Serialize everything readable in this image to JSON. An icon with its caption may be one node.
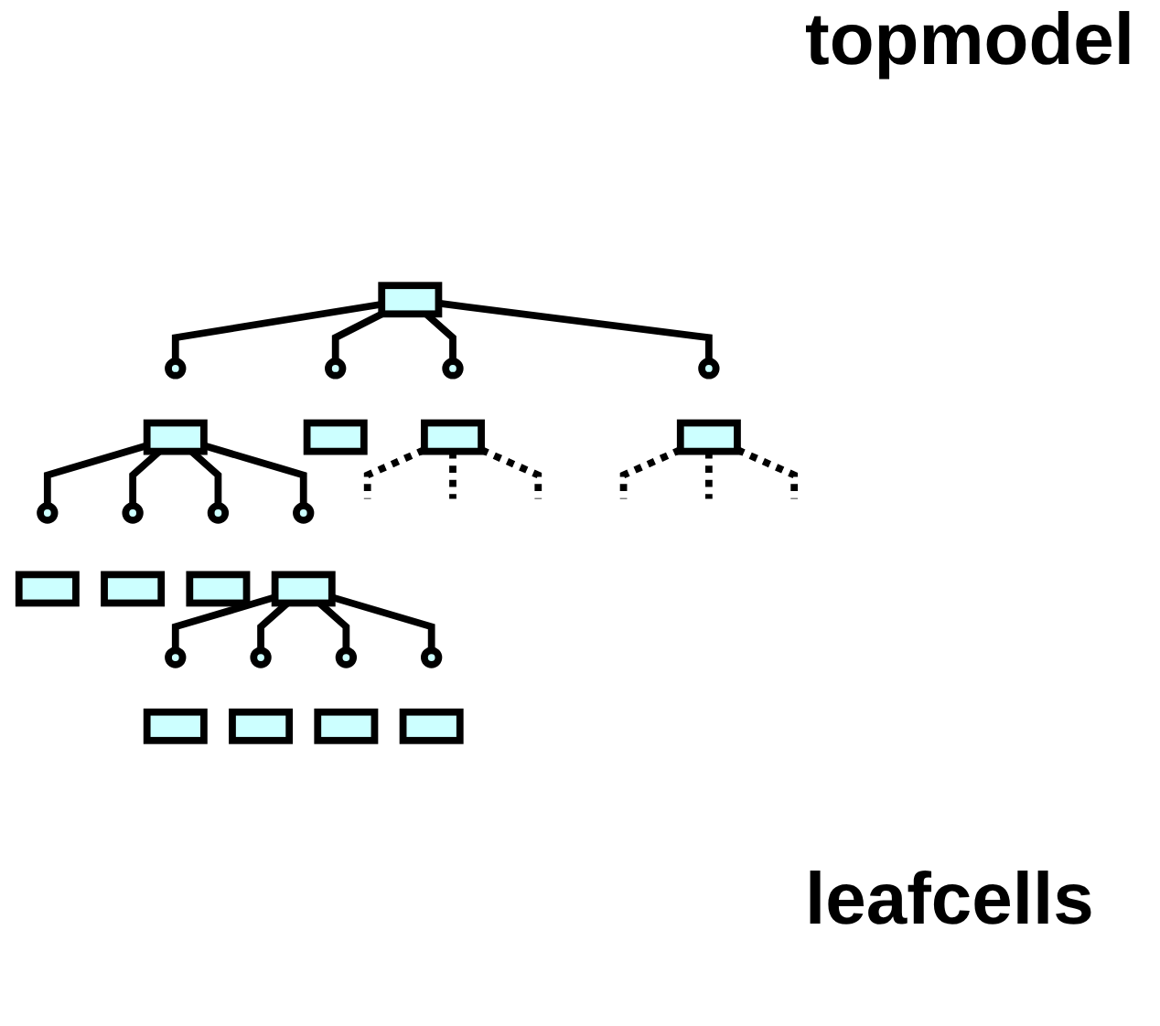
{
  "diagram": {
    "nodes": [
      {
        "text": [],
        "shape": "box"
      },
      {
        "text": [],
        "shape": "circle"
      },
      {
        "text": [],
        "shape": "box"
      },
      {
        "text": [],
        "shape": "circle"
      },
      {
        "text": [],
        "shape": "box"
      },
      {
        "text": [],
        "shape": "circle"
      },
      {
        "text": [],
        "shape": "box"
      },
      {
        "text": [],
        "shape": "circle"
      },
      {
        "text": [],
        "shape": "box"
      },
      {
        "text": [],
        "shape": "circle"
      },
      {
        "text": [],
        "shape": "box"
      },
      {
        "text": [],
        "shape": "circle"
      },
      {
        "text": [],
        "shape": "box"
      },
      {
        "text": [],
        "shape": "circle"
      },
      {
        "text": [],
        "shape": "box"
      },
      {
        "text": [],
        "shape": "circle"
      },
      {
        "text": [],
        "shape": "box"
      },
      {
        "text": [],
        "shape": "circle"
      },
      {
        "text": [],
        "shape": "box"
      },
      {
        "text": [],
        "shape": "circle"
      },
      {
        "text": [],
        "shape": "box"
      },
      {
        "text": [],
        "shape": "circle"
      },
      {
        "text": [],
        "shape": "box"
      },
      {
        "text": [],
        "shape": "circle"
      },
      {
        "text": [],
        "shape": "box"
      }
    ],
    "edges": [
      {
        "from": 0,
        "to": 1,
        "arrow": "none"
      },
      {
        "from": 0,
        "to": 3,
        "arrow": "none"
      },
      {
        "from": 0,
        "to": 5,
        "arrow": "none"
      },
      {
        "from": 0,
        "to": 7,
        "arrow": "none"
      },
      {
        "from": 2,
        "to": 9,
        "arrow": "none"
      },
      {
        "from": 2,
        "to": 11,
        "arrow": "none"
      },
      {
        "from": 2,
        "to": 13,
        "arrow": "none"
      },
      {
        "from": 2,
        "to": 15,
        "arrow": "none"
      },
      {
        "from": 6,
        "to": null,
        "arrow": "none",
        "style": "dashed"
      },
      {
        "from": 6,
        "to": null,
        "arrow": "none",
        "style": "dashed"
      },
      {
        "from": 6,
        "to": null,
        "arrow": "none",
        "style": "dashed"
      },
      {
        "from": 8,
        "to": null,
        "arrow": "none",
        "style": "dashed"
      },
      {
        "from": 8,
        "to": null,
        "arrow": "none",
        "style": "dashed"
      },
      {
        "from": 8,
        "to": null,
        "arrow": "none",
        "style": "dashed"
      },
      {
        "from": 16,
        "to": 17,
        "arrow": "none"
      },
      {
        "from": 16,
        "to": 19,
        "arrow": "none"
      },
      {
        "from": 16,
        "to": 21,
        "arrow": "none"
      },
      {
        "from": 16,
        "to": 23,
        "arrow": "none"
      }
    ],
    "labels": [
      "topmodel",
      "leafcells"
    ]
  }
}
